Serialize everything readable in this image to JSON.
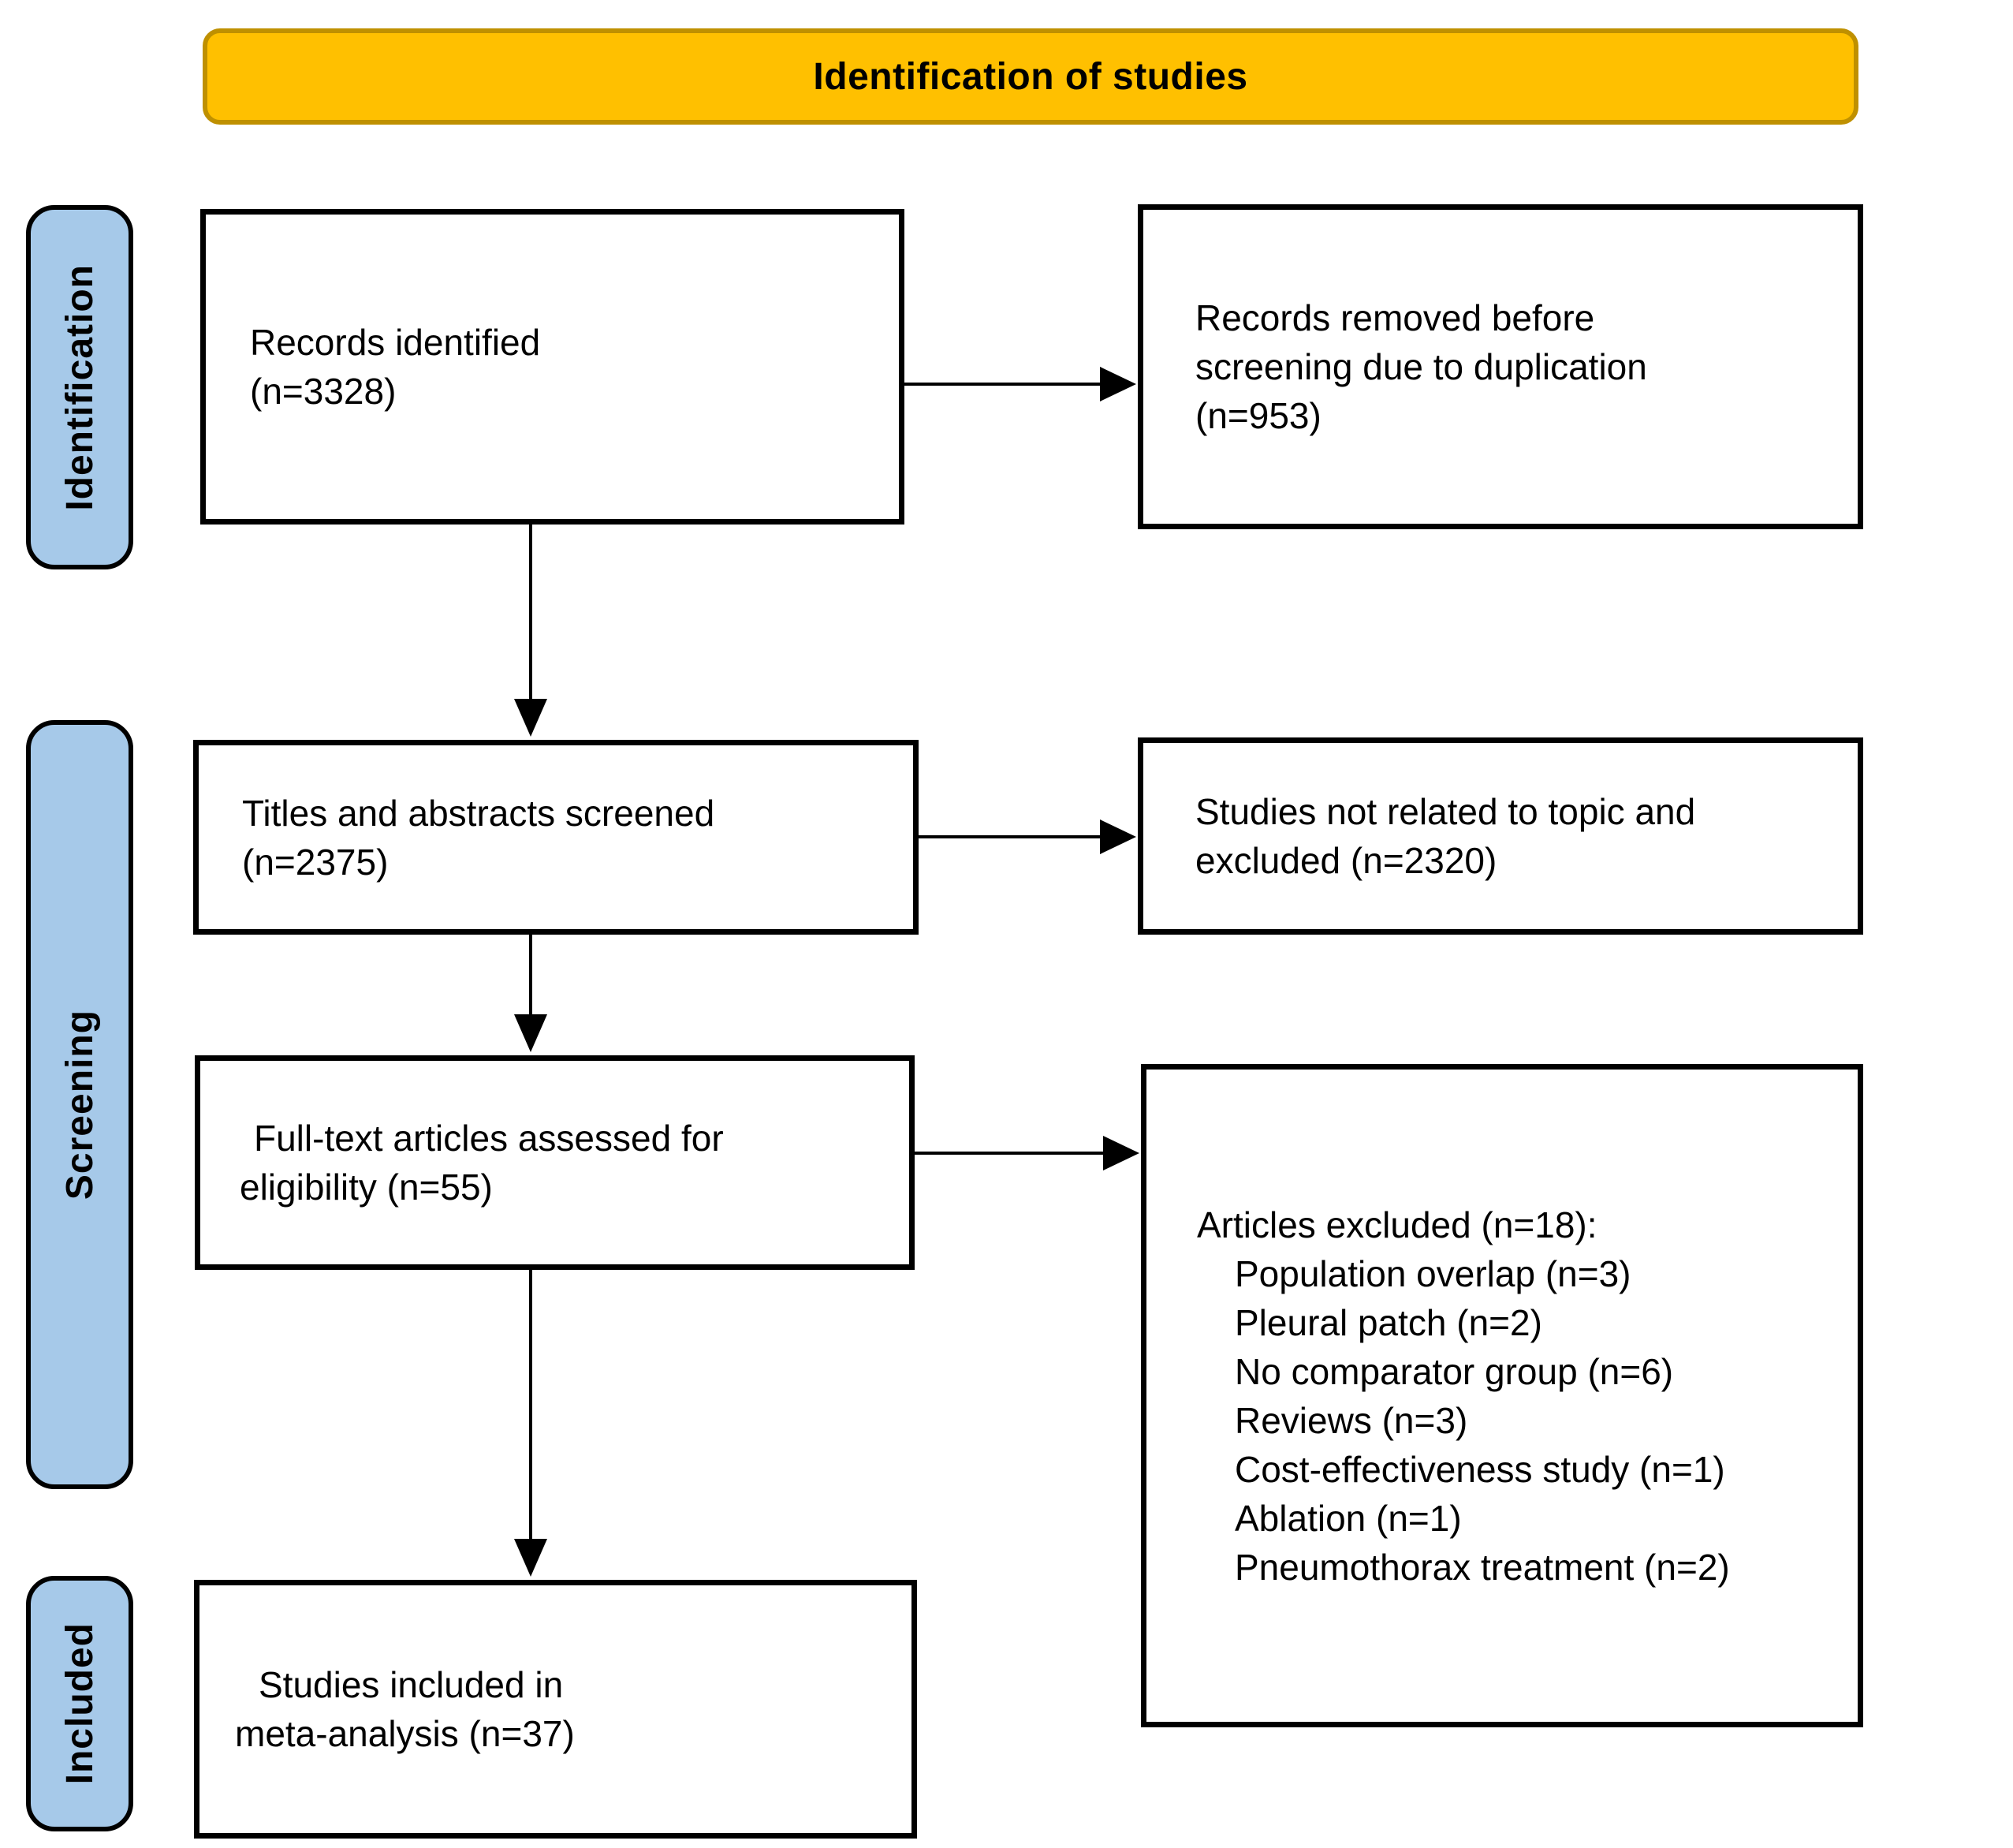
{
  "title_banner": "Identification of studies",
  "stage_labels": {
    "identification": "Identification",
    "screening": "Screening",
    "included": "Included"
  },
  "boxes": {
    "records_identified": {
      "lines": [
        "Records identified",
        "(n=3328)"
      ]
    },
    "records_removed": {
      "lines": [
        "Records removed before",
        "screening due to duplication",
        "(n=953)"
      ]
    },
    "titles_abstracts_screened": {
      "lines": [
        "Titles and abstracts screened",
        "(n=2375)"
      ]
    },
    "studies_not_related_excluded": {
      "lines": [
        "Studies not related to topic and",
        "excluded (n=2320)"
      ]
    },
    "fulltext_assessed": {
      "lines": [
        "Full-text articles assessed for",
        "eligibility (n=55)"
      ]
    },
    "articles_excluded": {
      "header": "Articles excluded (n=18):",
      "reasons": [
        "Population overlap (n=3)",
        "Pleural patch (n=2)",
        "No comparator group (n=6)",
        "Reviews (n=3)",
        "Cost-effectiveness study (n=1)",
        "Ablation (n=1)",
        "Pneumothorax treatment (n=2)"
      ]
    },
    "studies_included_meta": {
      "lines": [
        "Studies included in",
        "meta-analysis (n=37)"
      ]
    }
  },
  "colors": {
    "banner_fill": "#FFC000",
    "banner_border": "#BF9000",
    "stage_fill": "#A6C9E9",
    "stage_border": "#000000",
    "box_border": "#000000",
    "arrow": "#000000",
    "text": "#000000",
    "bg": "#FFFFFF"
  }
}
